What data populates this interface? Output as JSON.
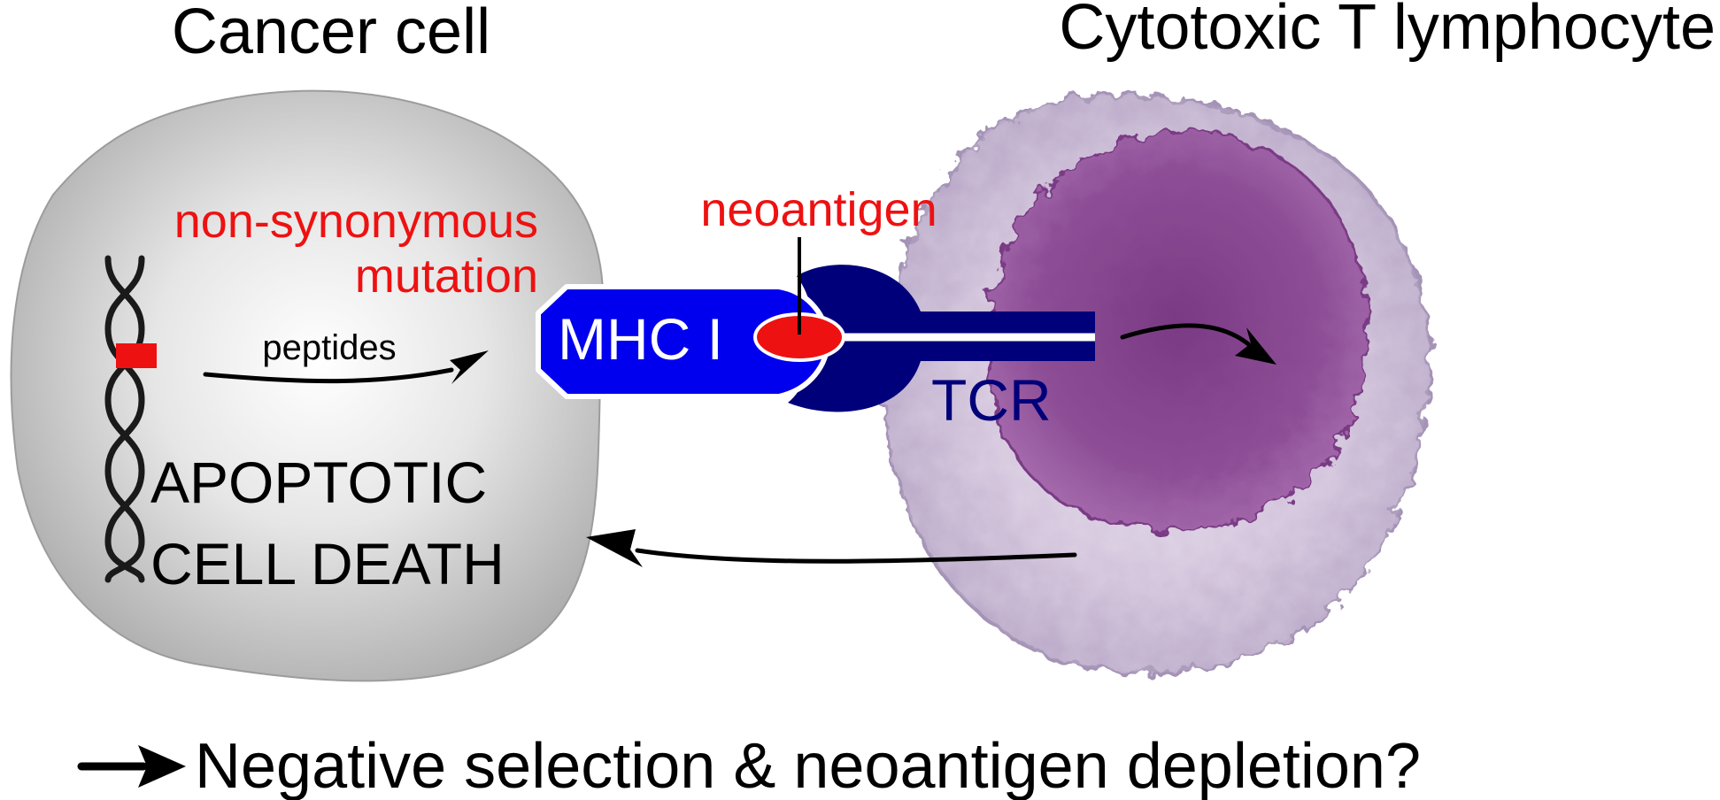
{
  "titles": {
    "cancer_cell": "Cancer cell",
    "t_cell": "Cytotoxic T lymphocyte"
  },
  "labels": {
    "mutation_line1": "non-synonymous",
    "mutation_line2": "mutation",
    "peptides": "peptides",
    "apoptotic_line1": "APOPTOTIC",
    "apoptotic_line2": "CELL DEATH",
    "mhc": "MHC I",
    "neoantigen": "neoantigen",
    "tcr": "TCR"
  },
  "footer": {
    "question": "Negative selection & neoantigen depletion?"
  },
  "colors": {
    "mutation_red": "#ee1111",
    "mhc_blue": "#0000ee",
    "tcr_navy": "#00007a",
    "cell_gray": "#d2d2d2",
    "t_cell_purple": "#8a4a92"
  }
}
